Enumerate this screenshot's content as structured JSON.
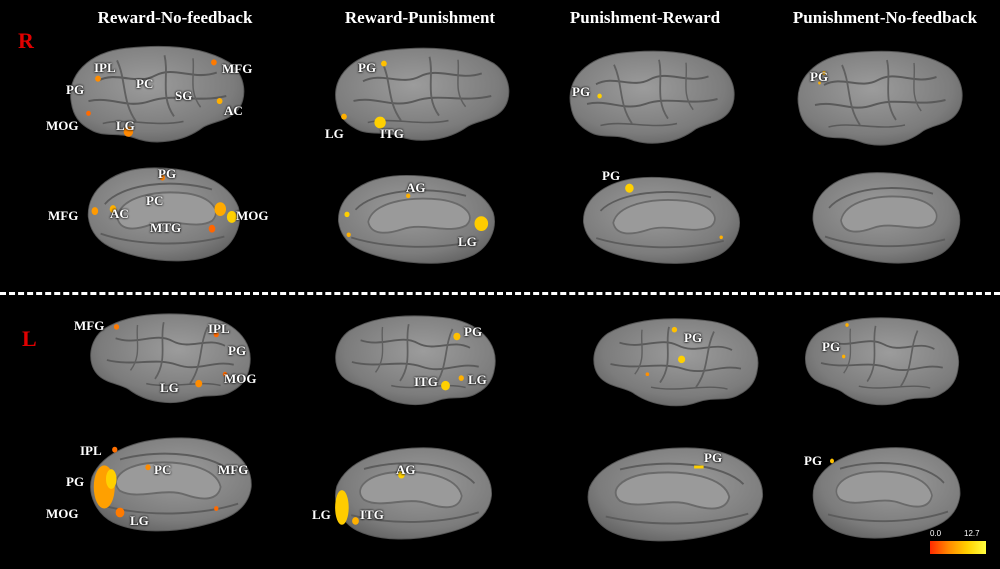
{
  "column_titles": [
    "Reward-No-feedback",
    "Reward-Punishment",
    "Punishment-Reward",
    "Punishment-No-feedback"
  ],
  "hemispheres": {
    "right": "R",
    "left": "L"
  },
  "colors": {
    "background": "#000000",
    "brain": "#8a8a8a",
    "activation_low": "#ff4500",
    "activation_high": "#ffff00",
    "hemisphere_label": "#e00000"
  },
  "panels": {
    "r_rn_lat": [
      "IPL",
      "PG",
      "PC",
      "SG",
      "MFG",
      "AC",
      "MOG",
      "LG"
    ],
    "r_rn_med": [
      "PG",
      "PC",
      "MFG",
      "AC",
      "MTG",
      "MOG"
    ],
    "r_rp_lat": [
      "PG",
      "LG",
      "ITG"
    ],
    "r_rp_med": [
      "AG",
      "LG"
    ],
    "r_pr_lat": [
      "PG"
    ],
    "r_pr_med": [
      "PG"
    ],
    "r_pn_lat": [
      "PG"
    ],
    "l_rn_lat": [
      "MFG",
      "IPL",
      "PG",
      "MOG",
      "LG"
    ],
    "l_rn_med": [
      "IPL",
      "PC",
      "MFG",
      "PG",
      "MOG",
      "LG"
    ],
    "l_rp_lat": [
      "PG",
      "ITG",
      "LG"
    ],
    "l_rp_med": [
      "AG",
      "LG",
      "ITG"
    ],
    "l_pr_lat": [
      "PG"
    ],
    "l_pr_med": [
      "PG"
    ],
    "l_pn_lat": [
      "PG"
    ],
    "l_pn_med": [
      "PG"
    ]
  },
  "legend": {
    "min": "0.0",
    "max": "12.7"
  }
}
